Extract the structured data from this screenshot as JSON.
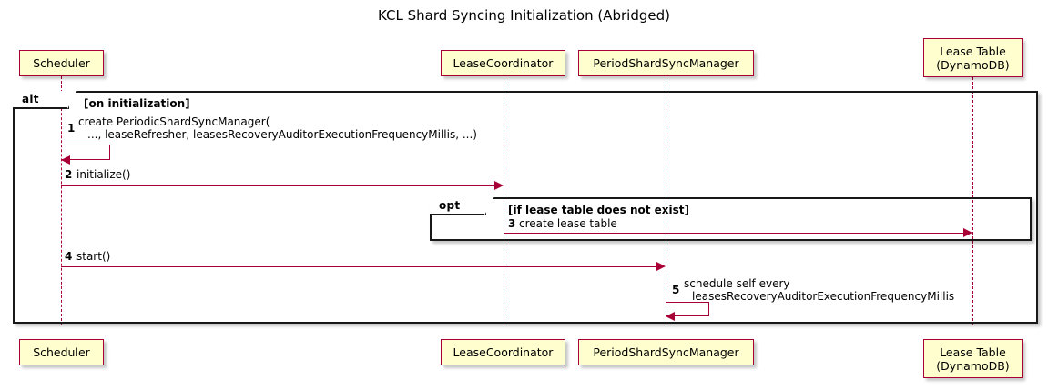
{
  "diagram": {
    "title": "KCL Shard Syncing Initialization (Abridged)",
    "type": "sequence-diagram",
    "colors": {
      "participant_fill": "#FEFECE",
      "participant_border": "#A80036",
      "arrow": "#A80036",
      "frame_border": "#181818",
      "text": "#000000",
      "background": "#FFFFFF"
    }
  },
  "participants": [
    {
      "id": "scheduler",
      "label": "Scheduler"
    },
    {
      "id": "leasecoord",
      "label": "LeaseCoordinator"
    },
    {
      "id": "periodmgr",
      "label": "PeriodShardSyncManager"
    },
    {
      "id": "leasetable",
      "label_line1": "Lease Table",
      "label_line2": "(DynamoDB)"
    }
  ],
  "fragments": [
    {
      "id": "alt",
      "keyword": "alt",
      "condition": "[on initialization]"
    },
    {
      "id": "opt",
      "keyword": "opt",
      "condition": "[if lease table does not exist]"
    }
  ],
  "messages": [
    {
      "number": "1",
      "from": "scheduler",
      "to": "scheduler",
      "kind": "self",
      "text_line1": "create PeriodicShardSyncManager(",
      "text_line2": "..., leaseRefresher, leasesRecoveryAuditorExecutionFrequencyMillis, ...)"
    },
    {
      "number": "2",
      "from": "scheduler",
      "to": "leasecoord",
      "kind": "sync",
      "text_line1": "initialize()"
    },
    {
      "number": "3",
      "from": "leasecoord",
      "to": "leasetable",
      "kind": "sync",
      "text_line1": "create lease table"
    },
    {
      "number": "4",
      "from": "scheduler",
      "to": "periodmgr",
      "kind": "sync",
      "text_line1": "start()"
    },
    {
      "number": "5",
      "from": "periodmgr",
      "to": "periodmgr",
      "kind": "self",
      "text_line1": "schedule self every",
      "text_line2": "leasesRecoveryAuditorExecutionFrequencyMillis"
    }
  ]
}
